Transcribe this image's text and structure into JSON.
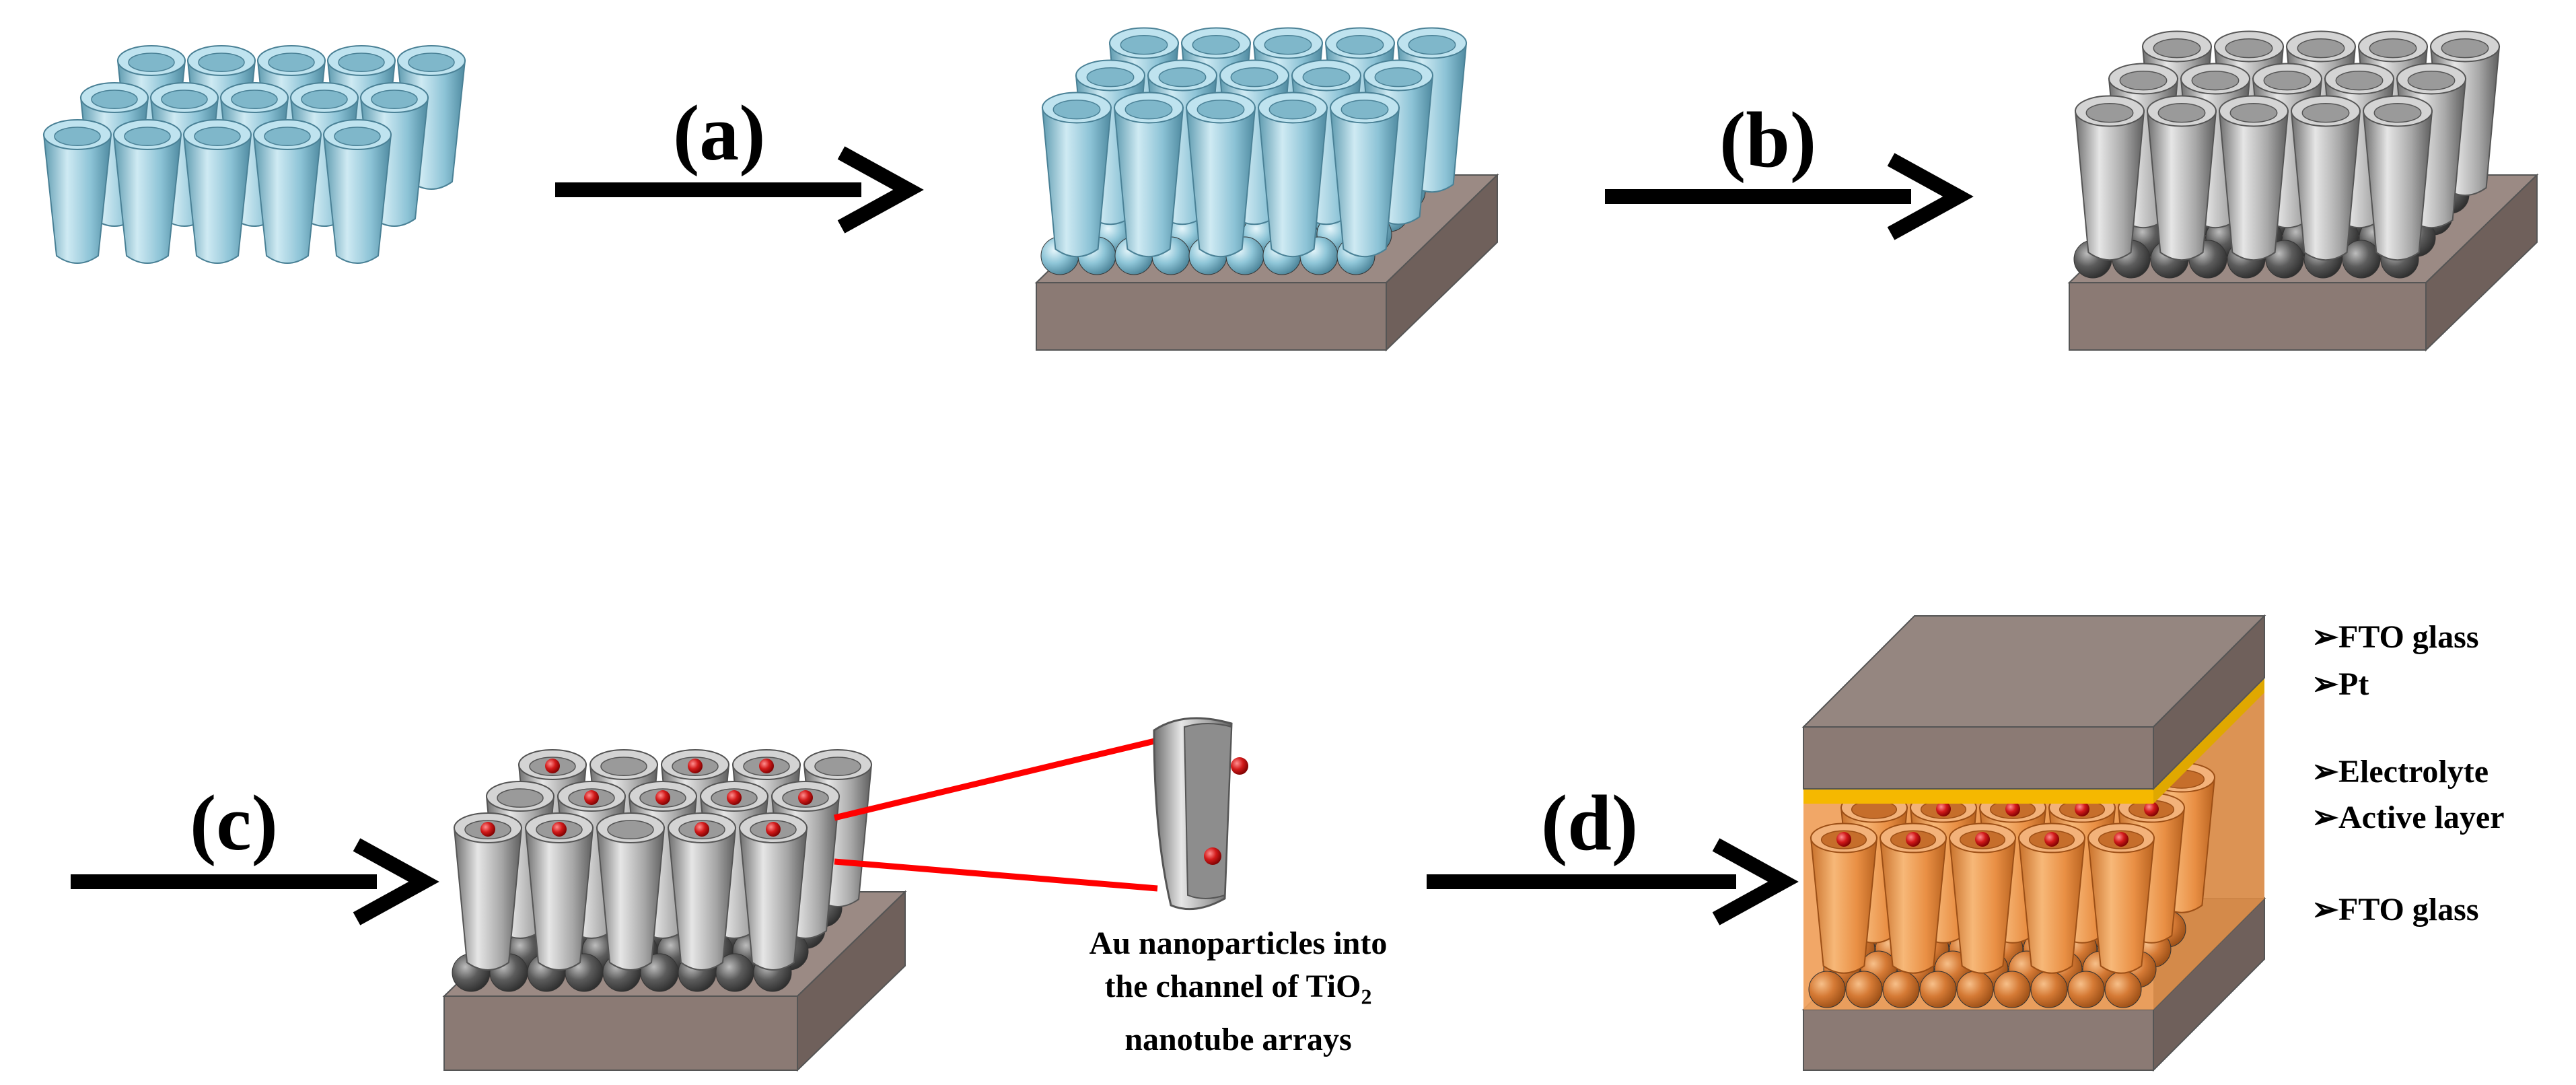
{
  "steps": {
    "a": "(a)",
    "b": "(b)",
    "c": "(c)",
    "d": "(d)"
  },
  "caption": {
    "line1": "Au nanoparticles into",
    "line2_prefix": "the channel of TiO",
    "line2_subscript": "2",
    "line3": "nanotube arrays"
  },
  "legend": {
    "bullet": "➢",
    "items": [
      "FTO glass",
      "Pt",
      "Electrolyte",
      "Active layer",
      "FTO glass"
    ]
  },
  "colors": {
    "tube_blue": "#8fc6d8",
    "tube_gray": "#a8a8a8",
    "ball_dark": "#5a5a5a",
    "substrate": "#8b7a74",
    "au_particle": "#d21a1a",
    "electrolyte_orange": "#f0a05a",
    "pt_layer": "#f5b800",
    "zoom_line": "#ff0000",
    "arrow": "#000000"
  }
}
